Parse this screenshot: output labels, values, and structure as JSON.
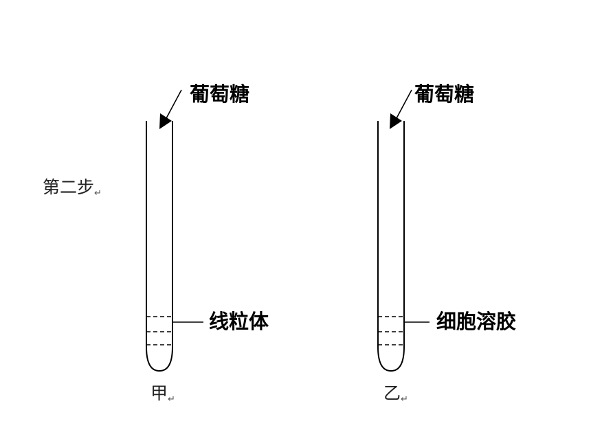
{
  "step_label": "第二步",
  "tubes": [
    {
      "id": "jia",
      "name": "甲",
      "input_label": "葡萄糖",
      "content_label": "线粒体"
    },
    {
      "id": "yi",
      "name": "乙",
      "input_label": "葡萄糖",
      "content_label": "细胞溶胶"
    }
  ],
  "return_mark": "↵"
}
